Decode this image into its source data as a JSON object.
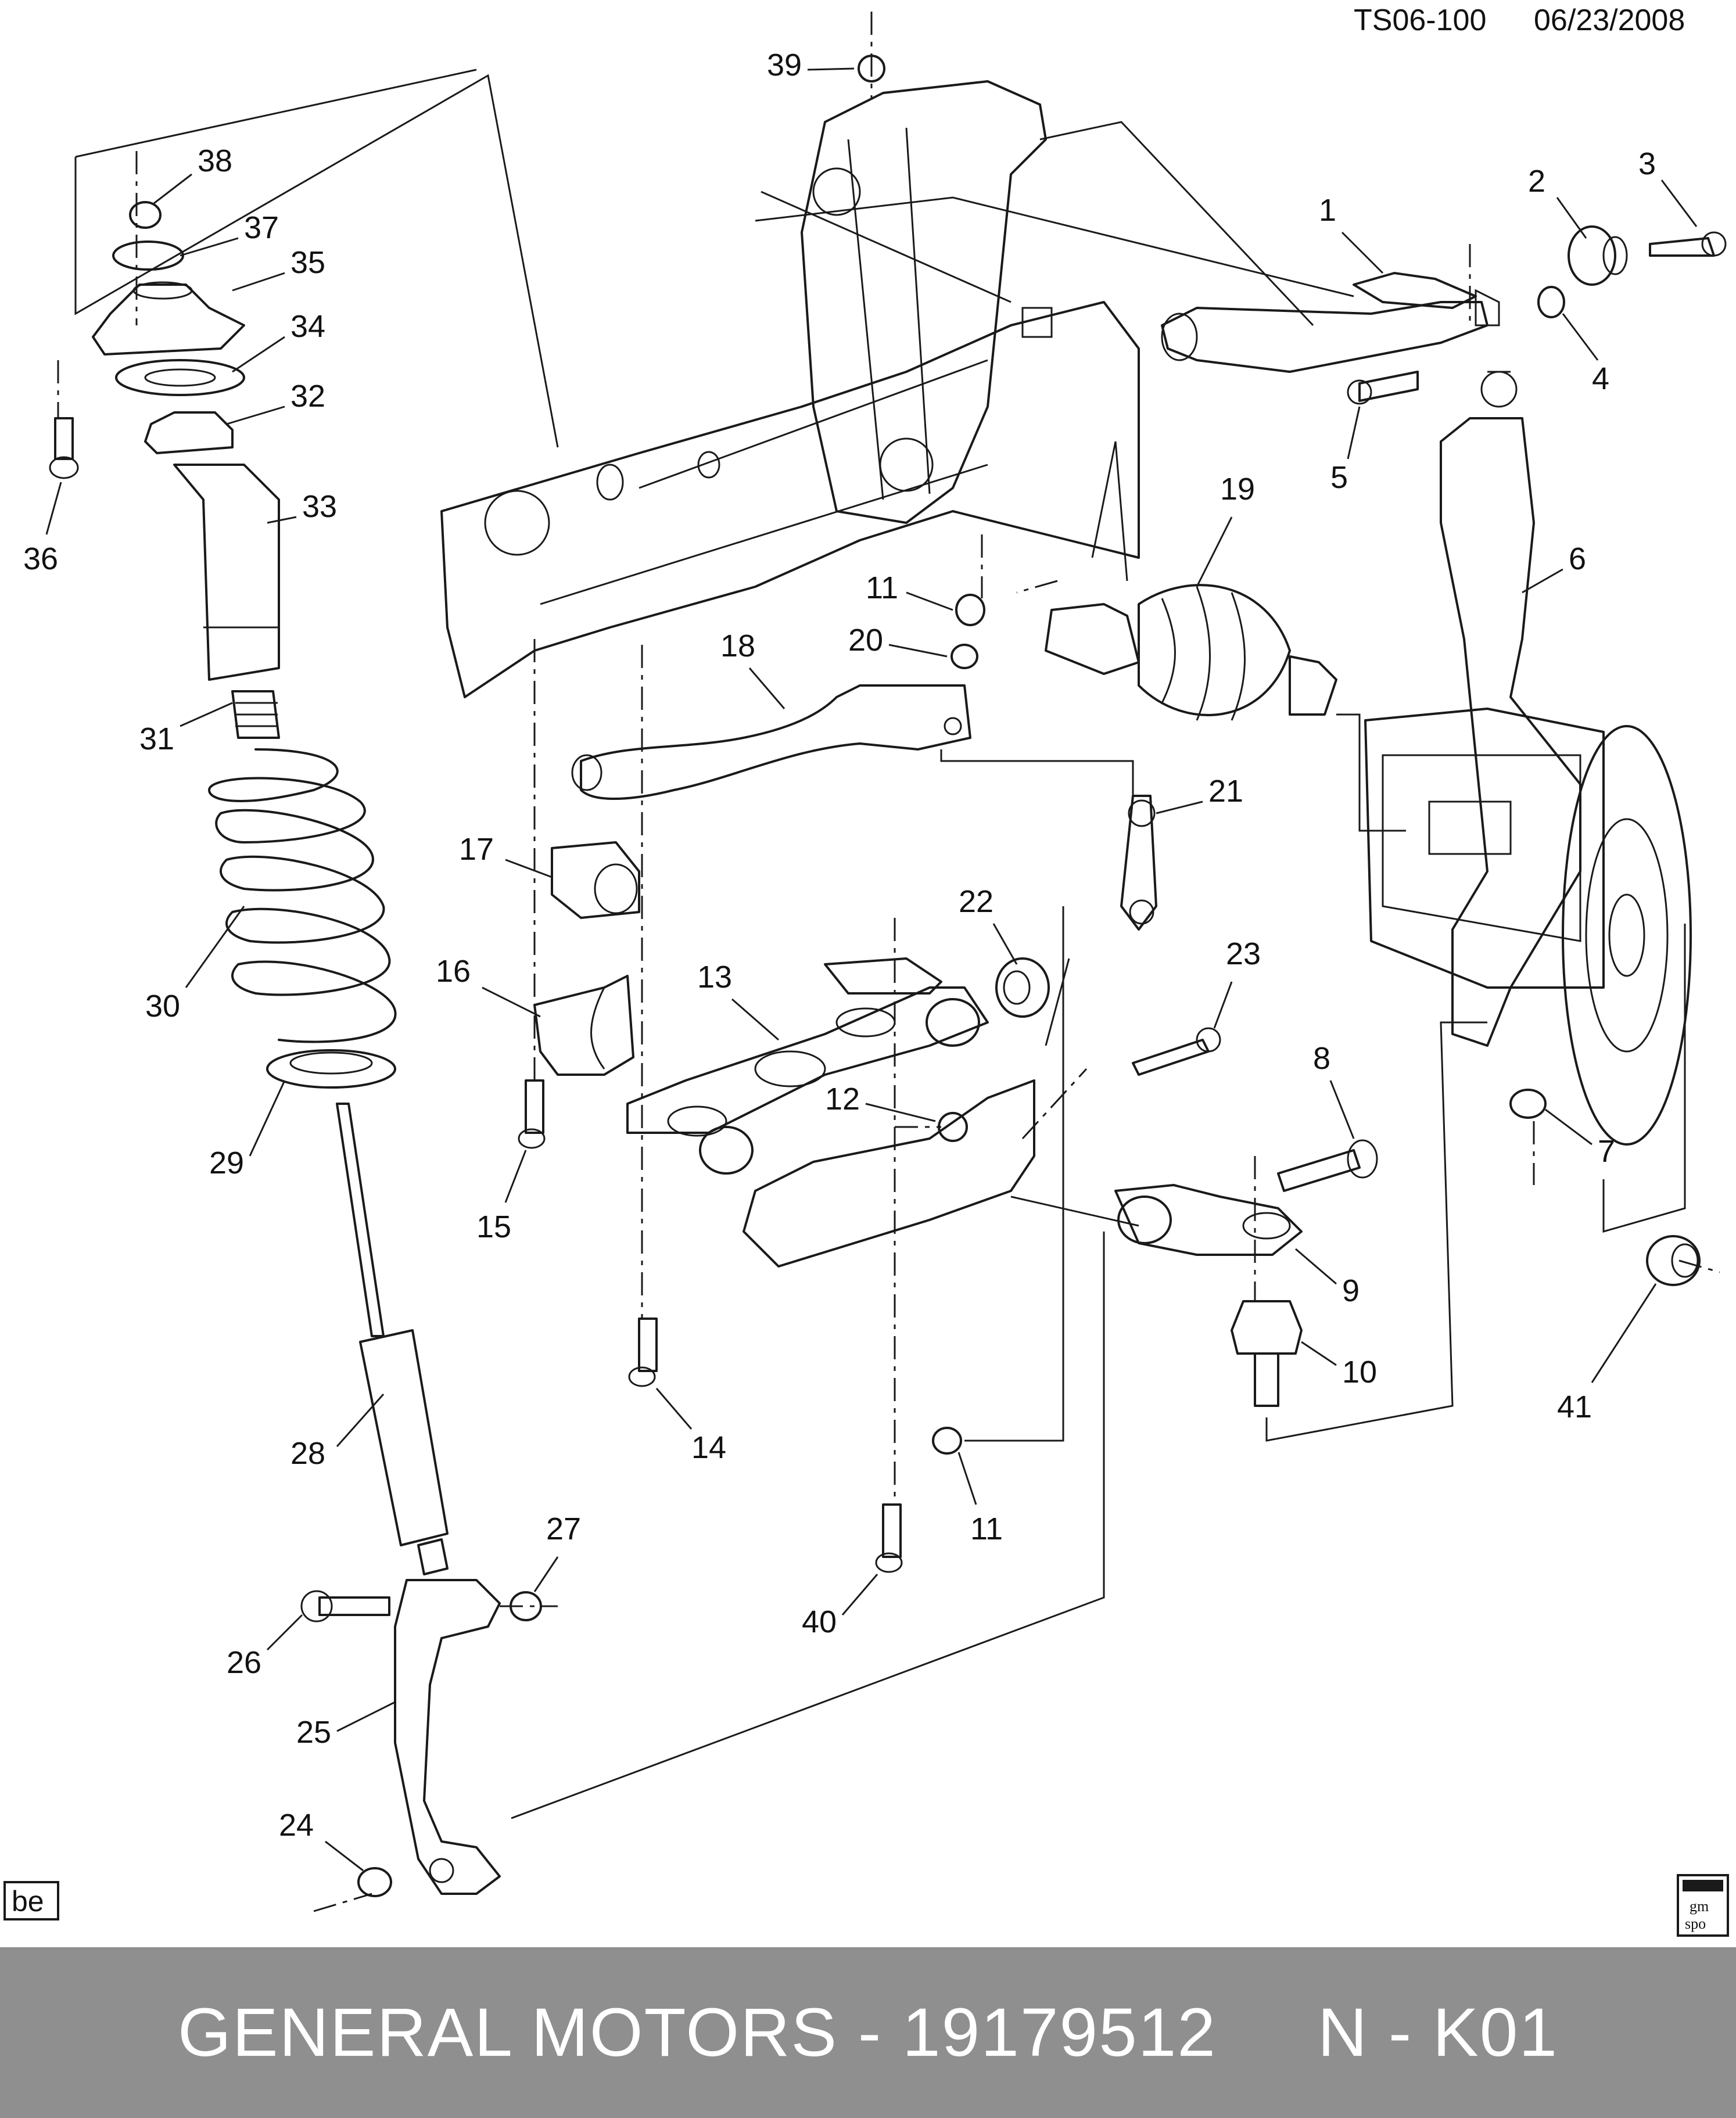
{
  "header": {
    "code": "TS06-100",
    "date": "06/23/2008"
  },
  "callouts": {
    "c1": "1",
    "c2": "2",
    "c3": "3",
    "c4": "4",
    "c5": "5",
    "c6": "6",
    "c7": "7",
    "c8": "8",
    "c9": "9",
    "c10": "10",
    "c11a": "11",
    "c11b": "11",
    "c11c": "11",
    "c12": "12",
    "c13": "13",
    "c14": "14",
    "c15": "15",
    "c16": "16",
    "c17": "17",
    "c18": "18",
    "c19": "19",
    "c20": "20",
    "c21": "21",
    "c22": "22",
    "c23": "23",
    "c24": "24",
    "c25": "25",
    "c26": "26",
    "c27": "27",
    "c28": "28",
    "c29": "29",
    "c30": "30",
    "c31": "31",
    "c32": "32",
    "c33": "33",
    "c34": "34",
    "c35": "35",
    "c36": "36",
    "c37": "37",
    "c38": "38",
    "c39": "39",
    "c40": "40",
    "c41": "41"
  },
  "badges": {
    "left": "be",
    "logo_line1": "gm",
    "logo_line2": "spo"
  },
  "footer": {
    "text": "GENERAL MOTORS - 19179512     N - K01"
  },
  "colors": {
    "line": "#1a1a1a",
    "footer_bg": "#8f8f8f",
    "footer_text": "#ffffff"
  }
}
